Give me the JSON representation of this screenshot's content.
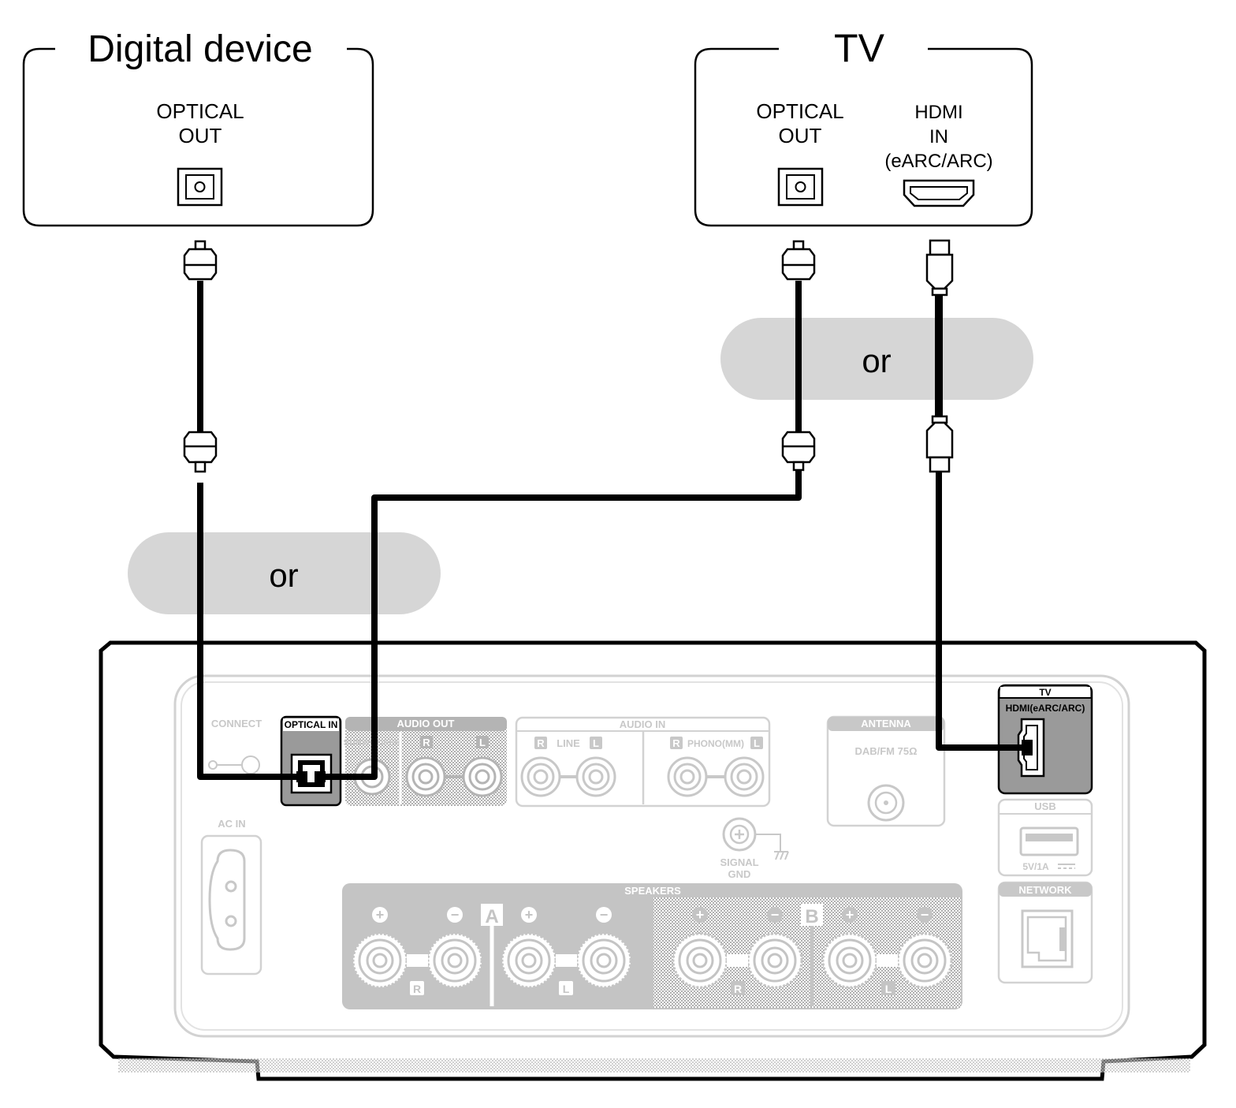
{
  "devices": {
    "digital": {
      "title": "Digital device",
      "port_line1": "OPTICAL",
      "port_line2": "OUT"
    },
    "tv": {
      "title": "TV",
      "optical_line1": "OPTICAL",
      "optical_line2": "OUT",
      "hdmi_line1": "HDMI",
      "hdmi_line2": "IN",
      "hdmi_line3": "(eARC/ARC)"
    }
  },
  "or_labels": {
    "left": "or",
    "right": "or"
  },
  "panel": {
    "connect": "CONNECT",
    "optical_in": "OPTICAL IN",
    "audio_out": "AUDIO OUT",
    "subwoofer": "SUBWOOFER",
    "audio_in": "AUDIO IN",
    "line": "LINE",
    "phono": "PHONO(MM)",
    "r": "R",
    "l": "L",
    "antenna": "ANTENNA",
    "antenna_sub": "DAB/FM 75Ω",
    "tv_label": "TV",
    "hdmi_label": "HDMI(eARC/ARC)",
    "usb": "USB",
    "usb_sub": "5V/1A",
    "network": "NETWORK",
    "ac_in": "AC IN",
    "signal": "SIGNAL",
    "gnd": "GND",
    "speakers": "SPEAKERS",
    "a": "A",
    "b": "B",
    "plus": "+",
    "minus": "−"
  },
  "colors": {
    "cable": "#000000",
    "panel_grey": "#b4b4b4",
    "faint": "#d2d2d2",
    "or_bg": "#d6d6d6",
    "active_port": "#9a9a9a"
  }
}
